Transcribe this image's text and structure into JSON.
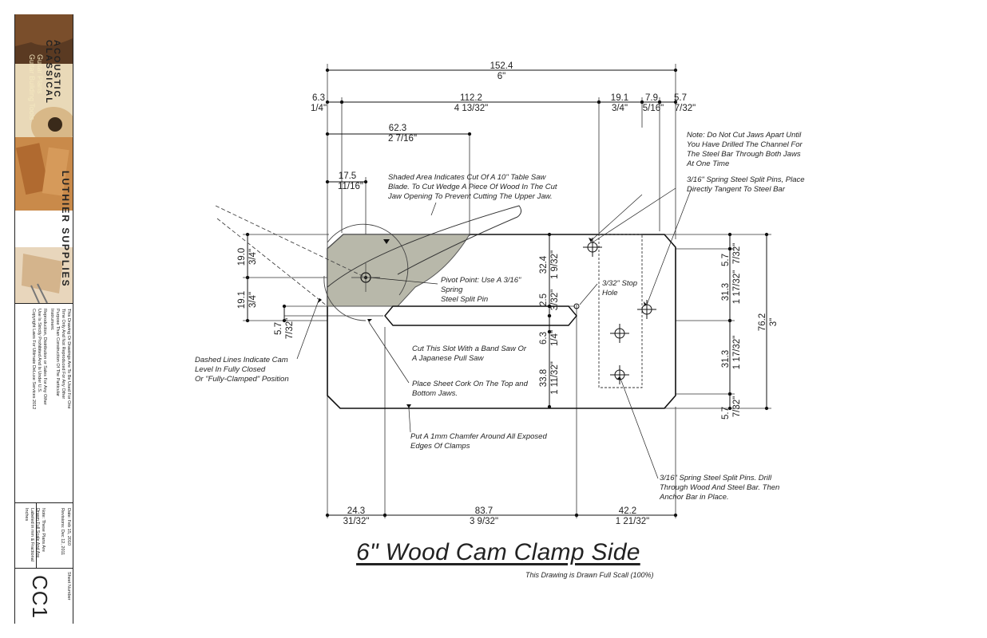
{
  "title_block": {
    "brand_line1": "ACOUSTIC",
    "brand_line2": "CLASSICAL",
    "brand_sub1": "Guitar Plans",
    "brand_sub2": "Guitar Building Tools",
    "supplies": "LUTHIER SUPPLIES",
    "notice": "This Drawing Or Drawings Are To Be Used For One Time Only And Not Reproduced For Any Other Purpose Than Construction Of The Particular Instrument.",
    "copyright": "Reproduction, Distribution or Sales For Any Other Use Is Strictly Prohibited And Is Under U.S. Copyright Laws For Ultimate DeLuxe Services 2012",
    "date": "Date: Feb 15, 2010",
    "revisions": "Revisions: Dec 12, 2011",
    "note": "Note: These Plans Are Drawn Full Scale And Are Labeled in mm & Fractional Inches",
    "sheet_label": "Sheet Number",
    "sheet_number": "CC1"
  },
  "drawing": {
    "title": "6\" Wood Cam Clamp Side",
    "subtitle": "This Drawing is Drawn Full Scall (100%)",
    "top_dims": {
      "overall_mm": "152.4",
      "overall_in": "6\"",
      "d1_mm": "6.3",
      "d1_in": "1/4\"",
      "d2_mm": "112.2",
      "d2_in": "4 13/32\"",
      "d3_mm": "19.1",
      "d3_in": "3/4\"",
      "d4_mm": "7.9",
      "d4_in": "5/16\"",
      "d5_mm": "5.7",
      "d5_in": "7/32\"",
      "d6_mm": "62.3",
      "d6_in": "2 7/16\"",
      "d7_mm": "17.5",
      "d7_in": "11/16\""
    },
    "bottom_dims": {
      "b1_mm": "24.3",
      "b1_in": "31/32\"",
      "b2_mm": "83.7",
      "b2_in": "3 9/32\"",
      "b3_mm": "42.2",
      "b3_in": "1 21/32\""
    },
    "left_dims": {
      "l1_mm": "19.0",
      "l1_in": "3/4\"",
      "l2_mm": "19.1",
      "l2_in": "3/4\"",
      "l3_mm": "5.7",
      "l3_in": "7/32\""
    },
    "center_dims": {
      "c1_mm": "32.4",
      "c1_in": "1 9/32\"",
      "c2_mm": "2.5",
      "c2_in": "3/32\"",
      "c3_mm": "6.3",
      "c3_in": "1/4\"",
      "c4_mm": "33.8",
      "c4_in": "1 11/32\""
    },
    "right_dims": {
      "r1_mm": "5.7",
      "r1_in": "7/32\"",
      "r2_mm": "31.3",
      "r2_in": "1 17/32\"",
      "r3_mm": "31.3",
      "r3_in": "1 17/32\"",
      "r4_mm": "5.7",
      "r4_in": "7/32\"",
      "overall_mm": "76.2",
      "overall_in": "3\""
    },
    "notes": {
      "jaws": [
        "Note: Do Not Cut Jaws Apart Until",
        "You Have Drilled The Channel For",
        "The Steel Bar Through Both Jaws",
        "At One Time"
      ],
      "pins_top": [
        "3/16\" Spring Steel Split Pins, Place",
        "Directly Tangent To Steel Bar"
      ],
      "shaded": [
        "Shaded Area Indicates Cut Of A 10\" Table Saw",
        "Blade. To Cut Wedge A Piece Of Wood In The Cut",
        "Jaw Opening To Prevent Cutting The Upper Jaw."
      ],
      "pivot": [
        "Pivot Point: Use A 3/16\"",
        "Spring",
        "Steel Split Pin"
      ],
      "stop": [
        "3/32\" Stop",
        "Hole"
      ],
      "slot": [
        "Cut This Slot With a Band Saw Or",
        "A Japanese Pull Saw"
      ],
      "cork": [
        "Place Sheet Cork On The Top and",
        "Bottom Jaws."
      ],
      "dashed": [
        "Dashed Lines Indicate Cam",
        "Level In Fully Closed",
        "Or \"Fully-Clamped\" Position"
      ],
      "chamfer": [
        "Put A 1mm Chamfer Around All Exposed",
        "Edges Of Clamps"
      ],
      "pins_bottom": [
        "3/16\" Spring Steel Split Pins. Drill",
        "Through Wood And Steel Bar. Then",
        "Anchor Bar in Place."
      ]
    }
  }
}
